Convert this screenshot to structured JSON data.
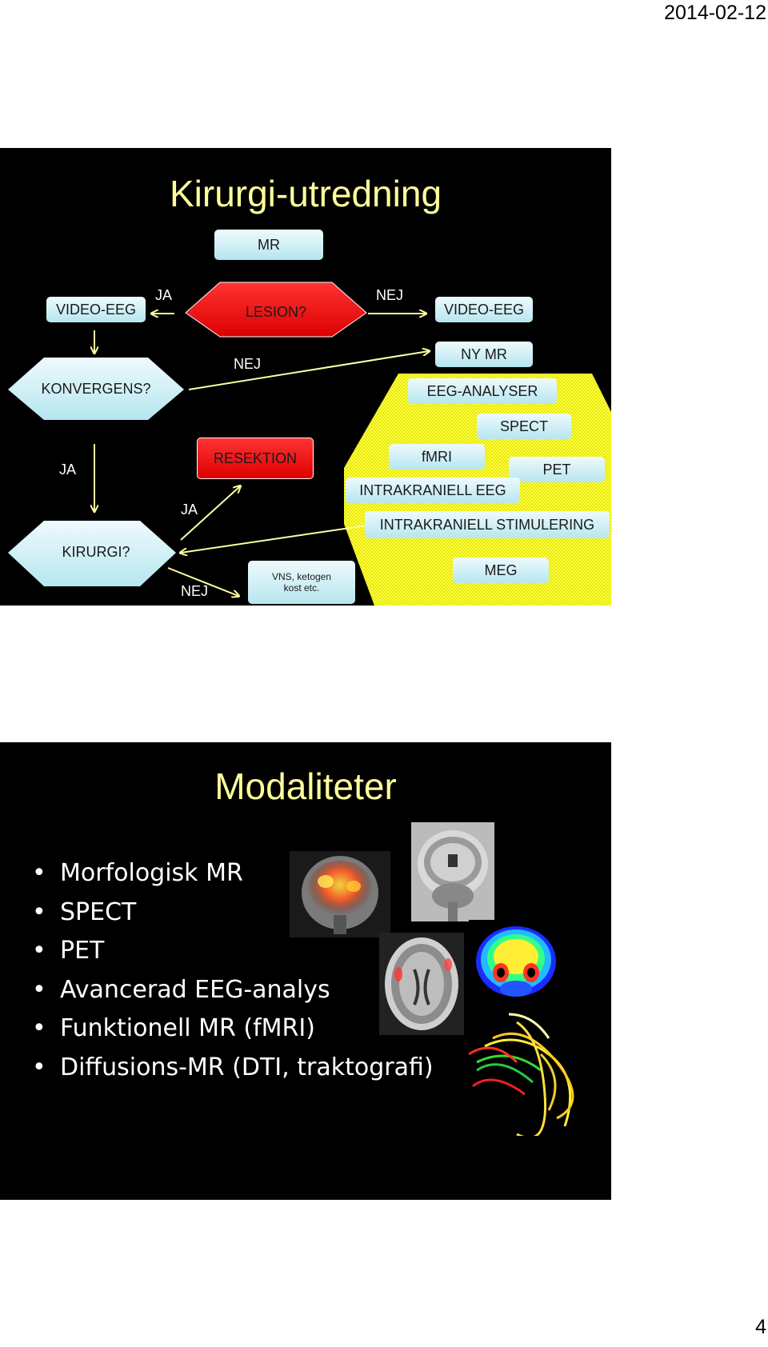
{
  "header": {
    "date": "2014-02-12"
  },
  "footer": {
    "page_number": "4"
  },
  "slide1": {
    "title": "Kirurgi-utredning",
    "boxes": {
      "mr": "MR",
      "video_eeg_left": "VIDEO-EEG",
      "video_eeg_right": "VIDEO-EEG",
      "ny_mr": "NY MR",
      "eeg_analyser": "EEG-ANALYSER",
      "spect": "SPECT",
      "fmri": "fMRI",
      "pet": "PET",
      "intrakraniell_eeg": "INTRAKRANIELL EEG",
      "intrakraniell_stimulering": "INTRAKRANIELL STIMULERING",
      "meg": "MEG",
      "resektion": "RESEKTION",
      "vns_line1": "VNS, ketogen",
      "vns_line2": "kost etc."
    },
    "decisions": {
      "lesion": "LESION?",
      "konvergens": "KONVERGENS?",
      "kirurgi": "KIRURGI?"
    },
    "labels": {
      "ja_top": "JA",
      "nej_top": "NEJ",
      "nej_mid": "NEJ",
      "ja_left": "JA",
      "ja_mid": "JA",
      "nej_bottom": "NEJ"
    },
    "colors": {
      "background": "#000000",
      "title": "#ffff99",
      "arrow": "#ffffa0",
      "box": "#b6e6ef",
      "decision_red": "#ee0000",
      "area_yellow": "#ffff33"
    }
  },
  "slide2": {
    "title": "Modaliteter",
    "bullets": [
      "Morfologisk MR",
      "SPECT",
      "PET",
      "Avancerad EEG-analys",
      "Funktionell MR (fMRI)",
      "Diffusions-MR (DTI, traktografi)"
    ],
    "images": [
      "brain-scan-pet-mri-overlay",
      "brain-scan-coronal-mri",
      "brain-scan-axial-fmri",
      "brain-scan-spect",
      "brain-tractography-dti"
    ]
  }
}
